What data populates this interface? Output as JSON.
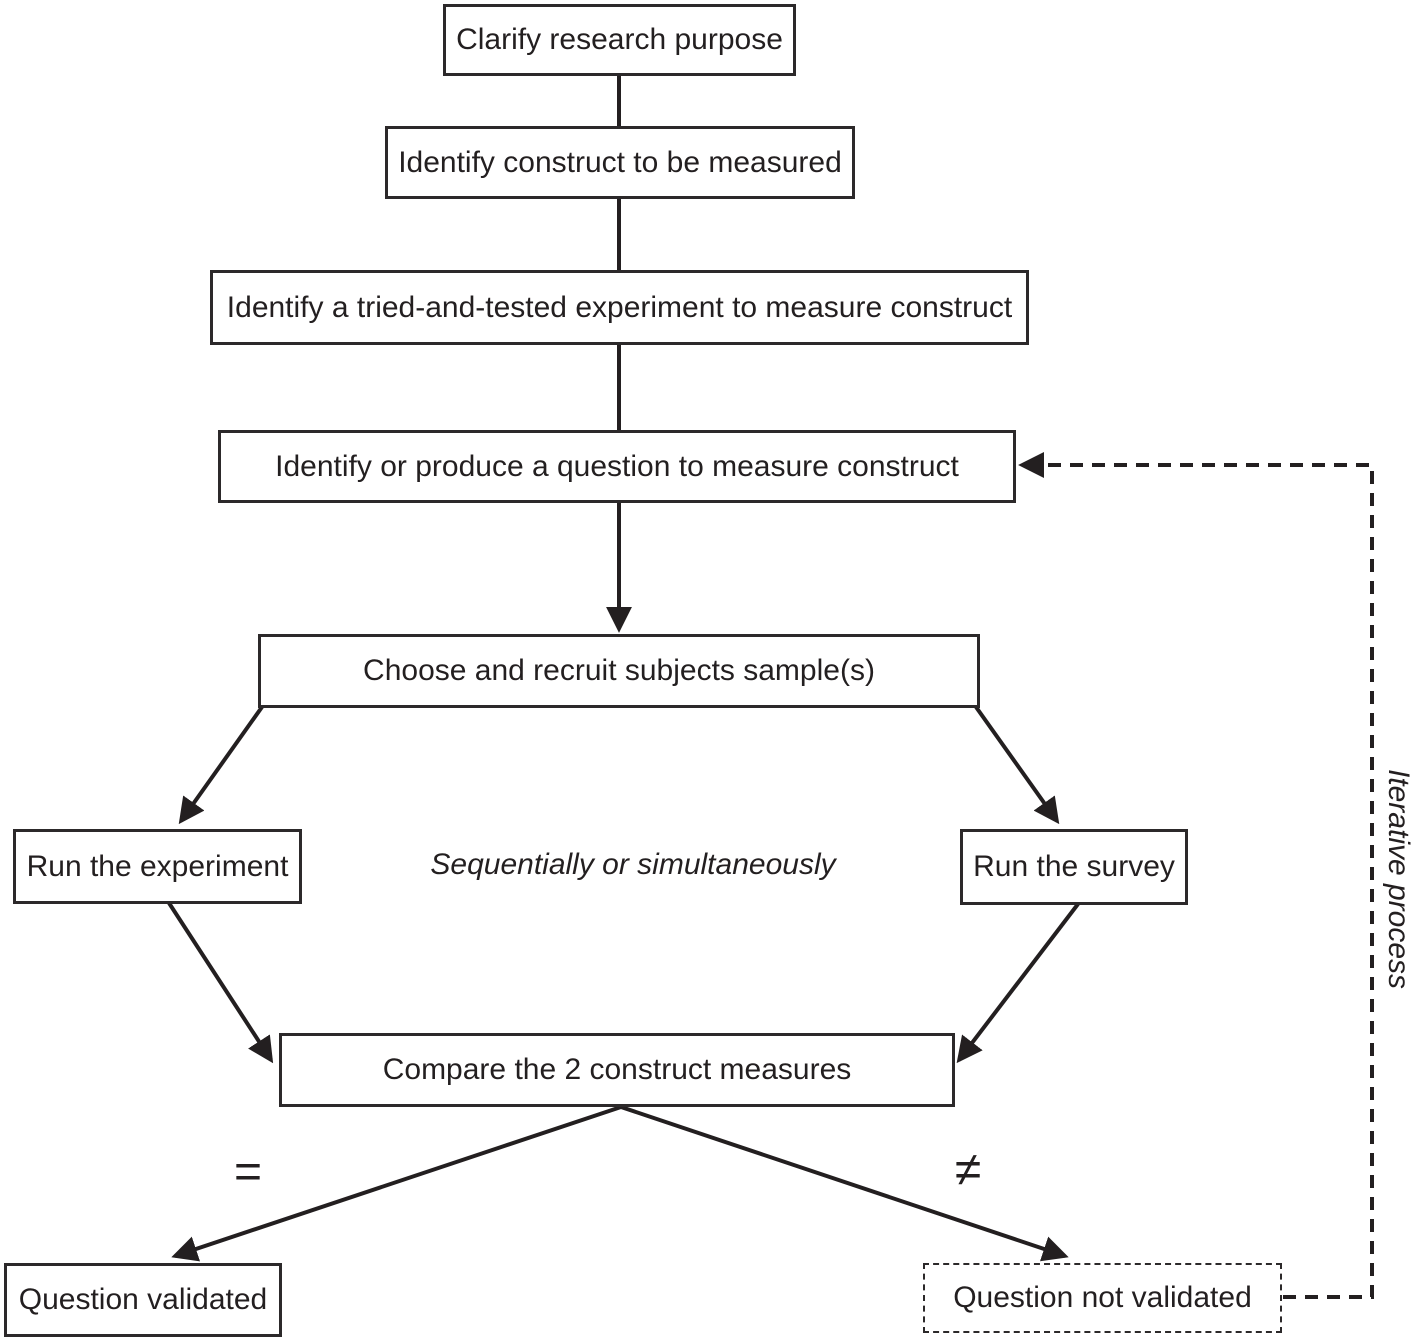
{
  "diagram": {
    "nodes": {
      "clarify_research_purpose": "Clarify research purpose",
      "identify_construct": "Identify construct to be measured",
      "identify_experiment": "Identify a tried-and-tested experiment to measure construct",
      "identify_question": "Identify or produce a question to measure construct",
      "choose_subjects": "Choose and recruit subjects sample(s)",
      "run_experiment": "Run the experiment",
      "run_survey": "Run the survey",
      "compare_measures": "Compare the 2 construct measures",
      "question_validated": "Question validated",
      "question_not_validated": "Question not validated"
    },
    "annotations": {
      "parallel_note": "Sequentially or simultaneously",
      "equal_symbol": "=",
      "not_equal_symbol": "≠",
      "iterative_label": "Iterative process"
    },
    "colors": {
      "line": "#231f20",
      "text": "#231f20",
      "background": "#ffffff"
    }
  }
}
